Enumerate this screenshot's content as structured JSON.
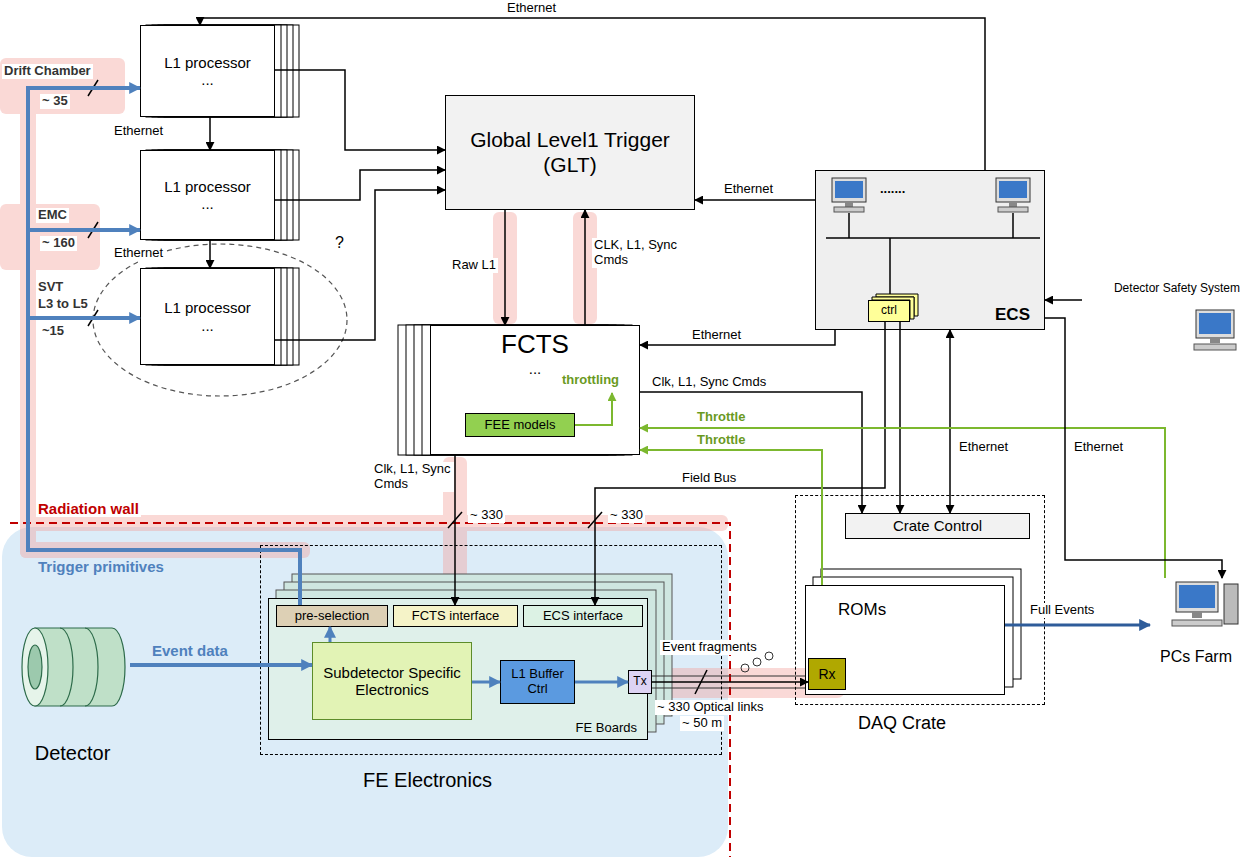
{
  "diagram": {
    "nodes": [
      {
        "text": [
          "L1 processor",
          "..."
        ]
      },
      {
        "text": [
          "L1 processor",
          "..."
        ]
      },
      {
        "text": [
          "L1 processor",
          "..."
        ]
      },
      {
        "text": [
          "Global Level1 Trigger (GLT)"
        ]
      },
      {
        "text": [
          "ECS"
        ]
      },
      {
        "text": [
          "ctrl"
        ],
        "in": 4
      },
      {
        "text": [
          "FCTS",
          "..."
        ]
      },
      {
        "text": [
          "FEE models"
        ],
        "in": 6
      },
      {
        "text": [
          "Detector Safety System"
        ]
      },
      {
        "text": [
          "DAQ Crate"
        ]
      },
      {
        "text": [
          "Crate Control"
        ],
        "in": 9
      },
      {
        "text": [
          "ROMs"
        ],
        "in": 9
      },
      {
        "text": [
          "Rx"
        ],
        "in": 11
      },
      {
        "text": [
          "PCs Farm"
        ]
      },
      {
        "text": [
          "FE Electronics"
        ]
      },
      {
        "text": [
          "FE Boards"
        ],
        "in": 14
      },
      {
        "text": [
          "pre-selection"
        ],
        "in": 15
      },
      {
        "text": [
          "FCTS interface"
        ],
        "in": 15
      },
      {
        "text": [
          "ECS interface"
        ],
        "in": 15
      },
      {
        "text": [
          "Subdetector Specific Electronics"
        ],
        "in": 15
      },
      {
        "text": [
          "L1 Buffer Ctrl"
        ],
        "in": 15
      },
      {
        "text": [
          "Tx"
        ],
        "in": 15
      },
      {
        "text": [
          "Detector"
        ]
      }
    ],
    "edges": [
      {
        "from": 4,
        "to": 0,
        "arrow": "to",
        "label": "Ethernet"
      },
      {
        "from": 0,
        "to": 1,
        "arrow": "to",
        "label": "Ethernet"
      },
      {
        "from": 1,
        "to": 2,
        "arrow": "to",
        "label": "Ethernet"
      },
      {
        "from": 0,
        "to": 3,
        "arrow": "to"
      },
      {
        "from": 1,
        "to": 3,
        "arrow": "to"
      },
      {
        "from": 2,
        "to": 3,
        "arrow": "to"
      },
      {
        "from": 16,
        "to": 0,
        "arrow": "to"
      },
      {
        "from": 16,
        "to": 1,
        "arrow": "to"
      },
      {
        "from": 16,
        "to": 2,
        "arrow": "to"
      },
      {
        "from": 3,
        "to": 6,
        "arrow": "to",
        "label": "Raw L1"
      },
      {
        "from": 6,
        "to": 3,
        "arrow": "to",
        "label": "CLK, L1, Sync Cmds"
      },
      {
        "from": 4,
        "to": 3,
        "arrow": "to",
        "label": "Ethernet"
      },
      {
        "from": 4,
        "to": 6,
        "arrow": "to",
        "label": "Ethernet"
      },
      {
        "from": 6,
        "to": 10,
        "arrow": "to",
        "label": "Clk, L1, Sync Cmds"
      },
      {
        "from": 6,
        "to": 17,
        "arrow": "to",
        "label": "Clk, L1, Sync Cmds"
      },
      {
        "from": 5,
        "to": 18,
        "arrow": "to",
        "label": "Field Bus"
      },
      {
        "from": 5,
        "to": 10,
        "arrow": "to"
      },
      {
        "from": 4,
        "to": 10,
        "arrow": "both",
        "label": "Ethernet"
      },
      {
        "from": 11,
        "to": 6,
        "arrow": "to",
        "label": "Throttle"
      },
      {
        "from": 13,
        "to": 6,
        "arrow": "to",
        "label": "Throttle"
      },
      {
        "from": 8,
        "to": 4,
        "arrow": "to"
      },
      {
        "from": 4,
        "to": 13,
        "arrow": "to",
        "label": "Ethernet"
      },
      {
        "from": 22,
        "to": 19,
        "arrow": "to",
        "label": "Event data"
      },
      {
        "from": 19,
        "to": 16,
        "arrow": "to"
      },
      {
        "from": 19,
        "to": 20,
        "arrow": "to"
      },
      {
        "from": 20,
        "to": 21,
        "arrow": "to"
      },
      {
        "from": 21,
        "to": 12,
        "arrow": "to",
        "label": "Event fragments"
      },
      {
        "from": 11,
        "to": 13,
        "arrow": "to",
        "label": "Full Events"
      }
    ],
    "labels": [
      "Drift Chamber",
      "~ 35",
      "EMC",
      "~ 160",
      "SVT",
      "L3 to L5",
      "~15",
      "?",
      "Radiation wall",
      "Trigger primitives",
      "throttling",
      "~ 330",
      "~ 330",
      "~ 330 Optical links",
      "~ 50 m",
      "......."
    ]
  }
}
